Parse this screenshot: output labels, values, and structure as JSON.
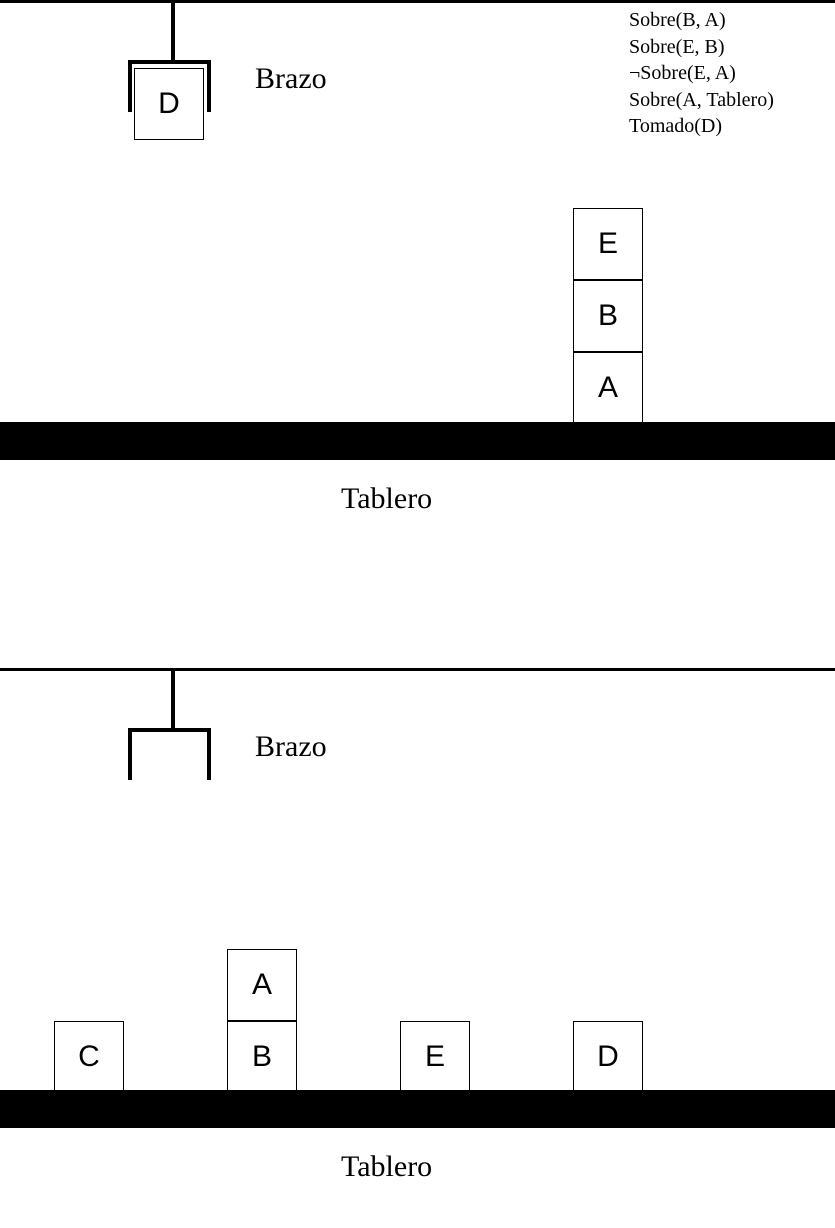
{
  "diagram_top": {
    "arm_label": "Brazo",
    "table_label": "Tablero",
    "held_block": "D",
    "stack": [
      "E",
      "B",
      "A"
    ],
    "predicates": [
      "Sobre(B, A)",
      "Sobre(E, B)",
      "¬Sobre(E, A)",
      "Sobre(A, Tablero)",
      "Tomado(D)"
    ]
  },
  "diagram_bottom": {
    "arm_label": "Brazo",
    "table_label": "Tablero",
    "blocks": {
      "c": "C",
      "a": "A",
      "b": "B",
      "e": "E",
      "d": "D"
    }
  }
}
